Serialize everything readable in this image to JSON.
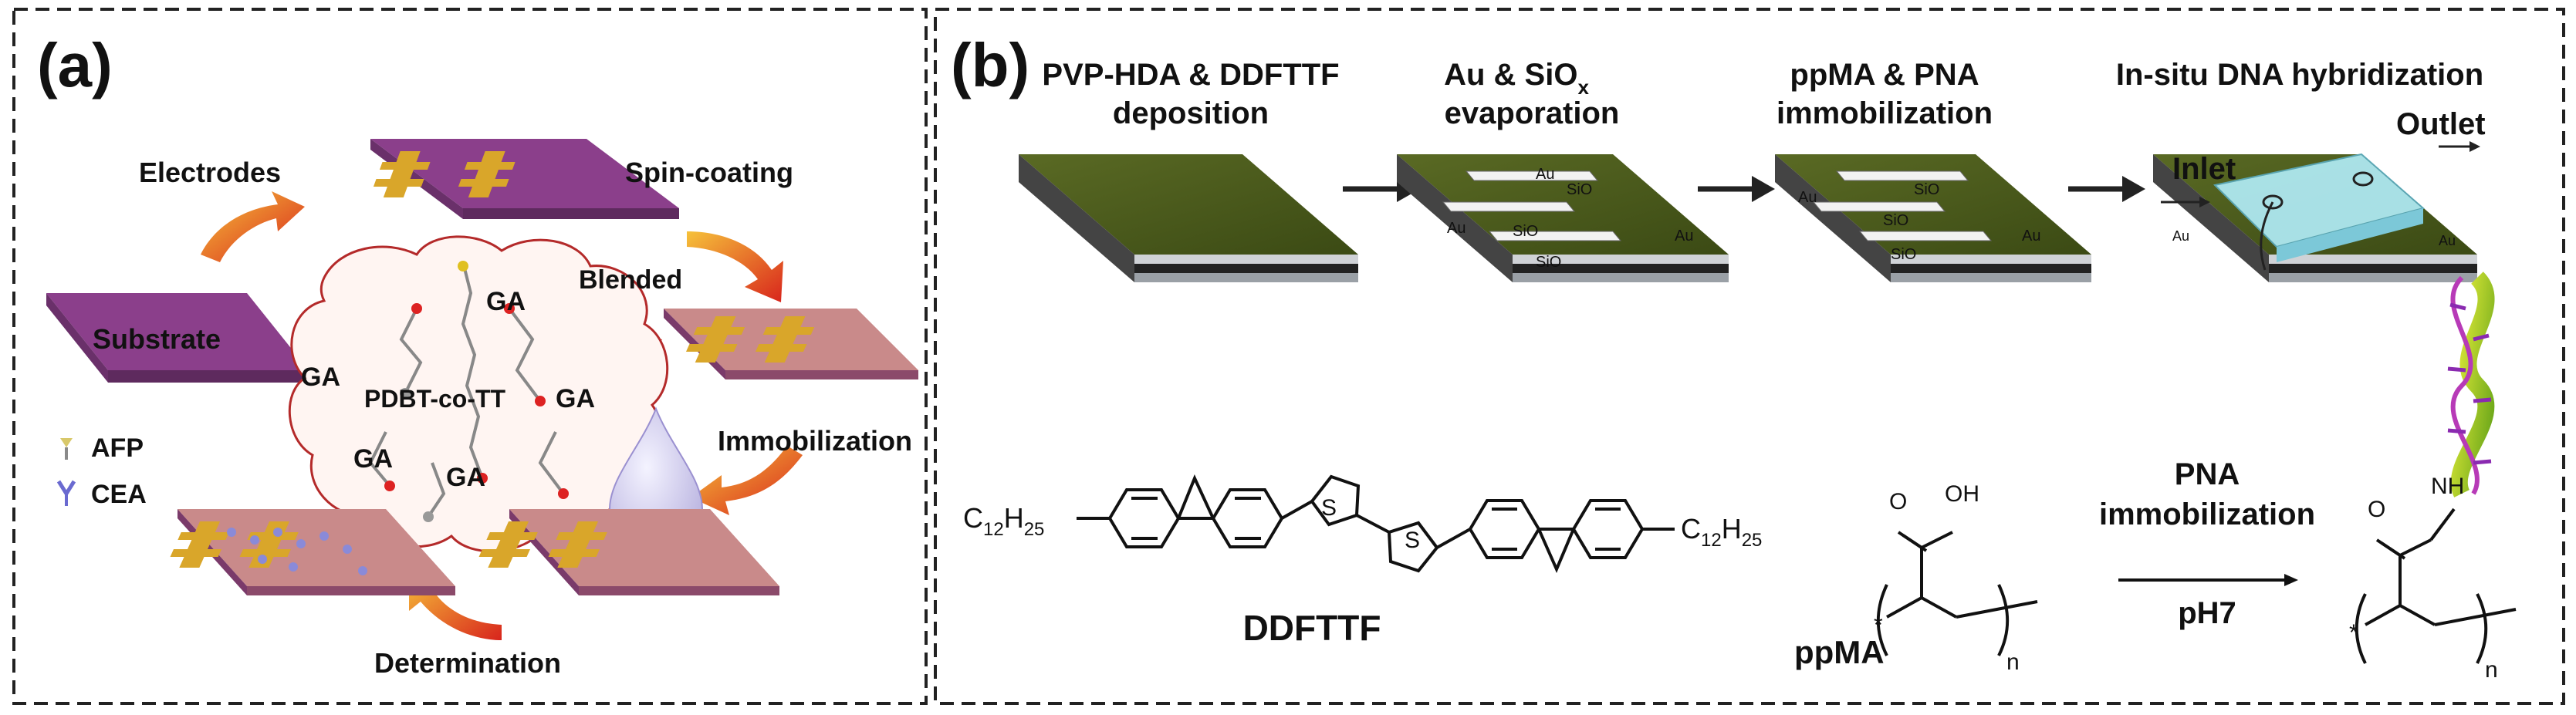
{
  "panel_a": {
    "label": "(a)",
    "electrodes": "Electrodes",
    "spin_coating": "Spin-coating",
    "blended": "Blended",
    "substrate": "Substrate",
    "immobilization": "Immobilization",
    "determination": "Determination",
    "polymer": "PDBT-co-TT",
    "ga": "GA",
    "afp": "AFP",
    "cea": "CEA"
  },
  "panel_b": {
    "label": "(b)",
    "step1_line1": "PVP-HDA & DDFTTF",
    "step1_line2": "deposition",
    "step2_line1": "Au & SiO",
    "step2_sub": "x",
    "step2_line2": "evaporation",
    "step3_line1": "ppMA & PNA",
    "step3_line2": "immobilization",
    "step4_line1": "In-situ DNA hybridization",
    "inlet": "Inlet",
    "outlet": "Outlet",
    "au": "Au",
    "sio": "SiO",
    "ddfttf": "DDFTTF",
    "c12": "C",
    "c12_sub": "12",
    "h25": "H",
    "h25_sub": "25",
    "s": "S",
    "o": "O",
    "oh": "OH",
    "nh": "NH",
    "n": "n",
    "star": "*",
    "ppma": "ppMA",
    "pna_line1": "PNA",
    "pna_line2": "immobilization",
    "ph": "pH7"
  }
}
